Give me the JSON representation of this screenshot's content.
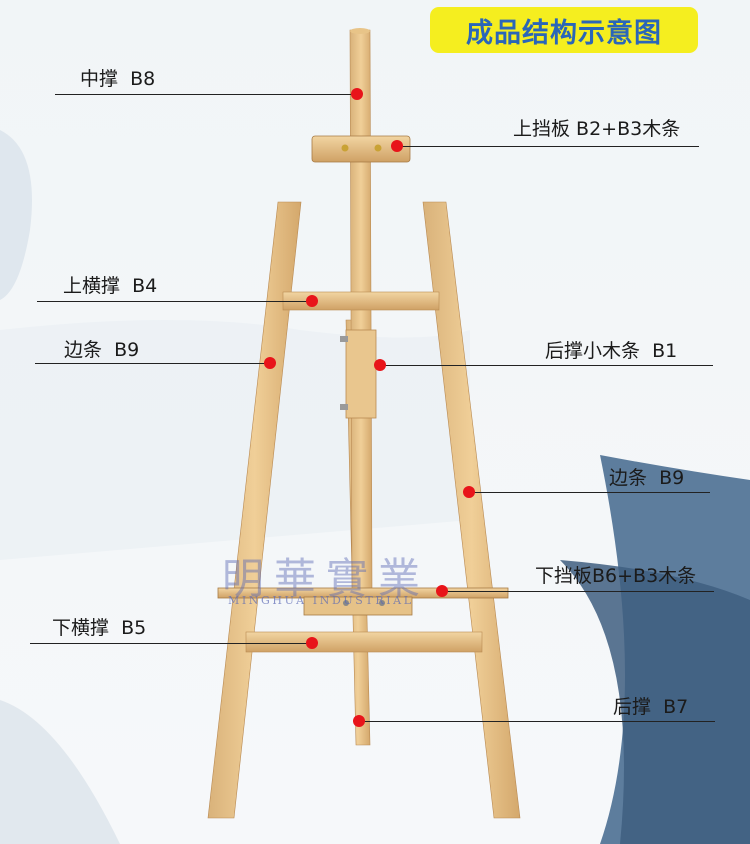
{
  "title": "成品结构示意图",
  "watermark": {
    "chinese": "明華實業",
    "english": "MINGHUA INDUSTRIAL"
  },
  "parts": [
    {
      "id": "middle-brace",
      "label": "中撑  B8"
    },
    {
      "id": "upper-board",
      "label": "上挡板 B2+B3木条"
    },
    {
      "id": "upper-crossbar",
      "label": "上横撑  B4"
    },
    {
      "id": "side-bar-left",
      "label": "边条  B9"
    },
    {
      "id": "rear-small-strip",
      "label": "后撑小木条  B1"
    },
    {
      "id": "side-bar-right",
      "label": "边条  B9"
    },
    {
      "id": "lower-board",
      "label": "下挡板B6+B3木条"
    },
    {
      "id": "lower-crossbar",
      "label": "下横撑  B5"
    },
    {
      "id": "rear-brace",
      "label": "后撑  B7"
    }
  ]
}
